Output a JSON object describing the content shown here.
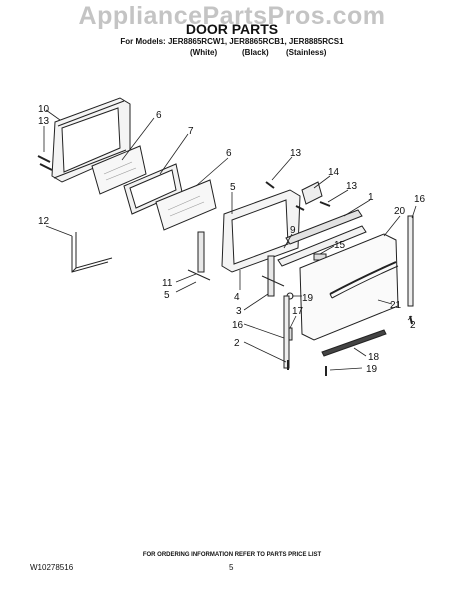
{
  "watermark": "AppliancePartsPros.com",
  "title": "DOOR PARTS",
  "models_line": "For Models: JER8865RCW1, JER8865RCB1, JER8885RCS1",
  "variants": [
    "(White)",
    "(Black)",
    "(Stainless)"
  ],
  "footer_note": "FOR ORDERING INFORMATION REFER TO PARTS PRICE LIST",
  "document_id": "W10278516",
  "page_number": "5",
  "callouts": [
    "10",
    "13",
    "6",
    "7",
    "6",
    "13",
    "14",
    "13",
    "5",
    "1",
    "16",
    "20",
    "9",
    "12",
    "15",
    "11",
    "5",
    "4",
    "19",
    "3",
    "21",
    "17",
    "2",
    "16",
    "2",
    "18",
    "19"
  ]
}
